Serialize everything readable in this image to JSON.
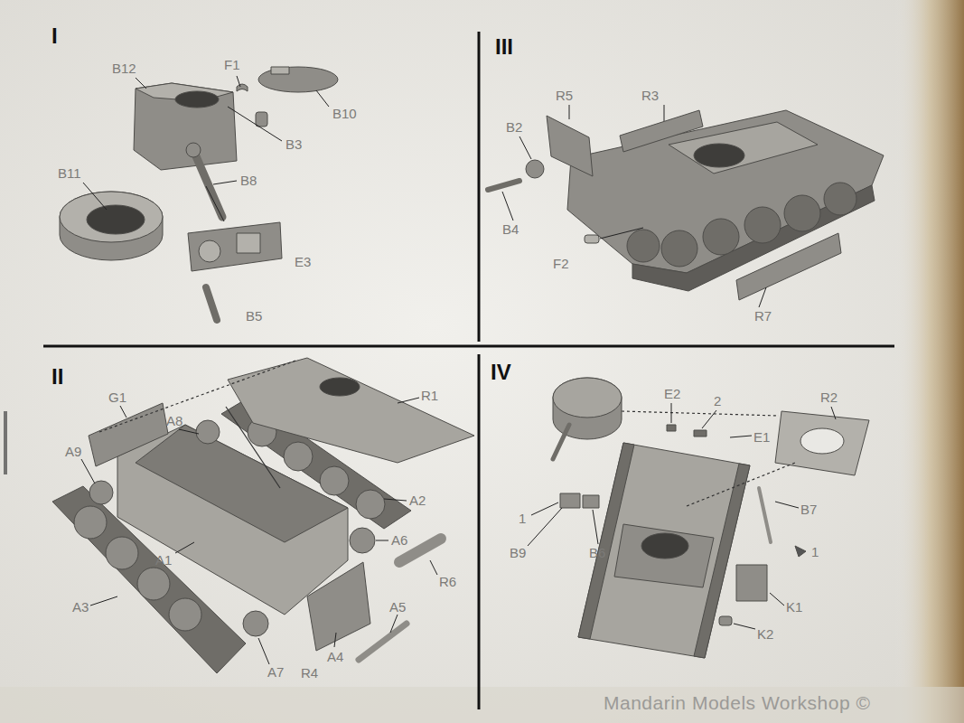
{
  "diagram": {
    "labels": [
      "I",
      "B12",
      "F1",
      "B10",
      "B3",
      "B11",
      "B8",
      "E3",
      "B5",
      "III",
      "R5",
      "R3",
      "B2",
      "B4",
      "F2",
      "R7",
      "II",
      "G1",
      "A8",
      "R1",
      "A9",
      "A2",
      "A6",
      "A1",
      "R6",
      "A3",
      "A5",
      "A7",
      "R4",
      "A4",
      "IV",
      "E2",
      "2",
      "E1",
      "R2",
      "1",
      "B7",
      "B9",
      "B6",
      "1",
      "K1",
      "K2",
      "Mandarin Models Workshop ©"
    ]
  }
}
